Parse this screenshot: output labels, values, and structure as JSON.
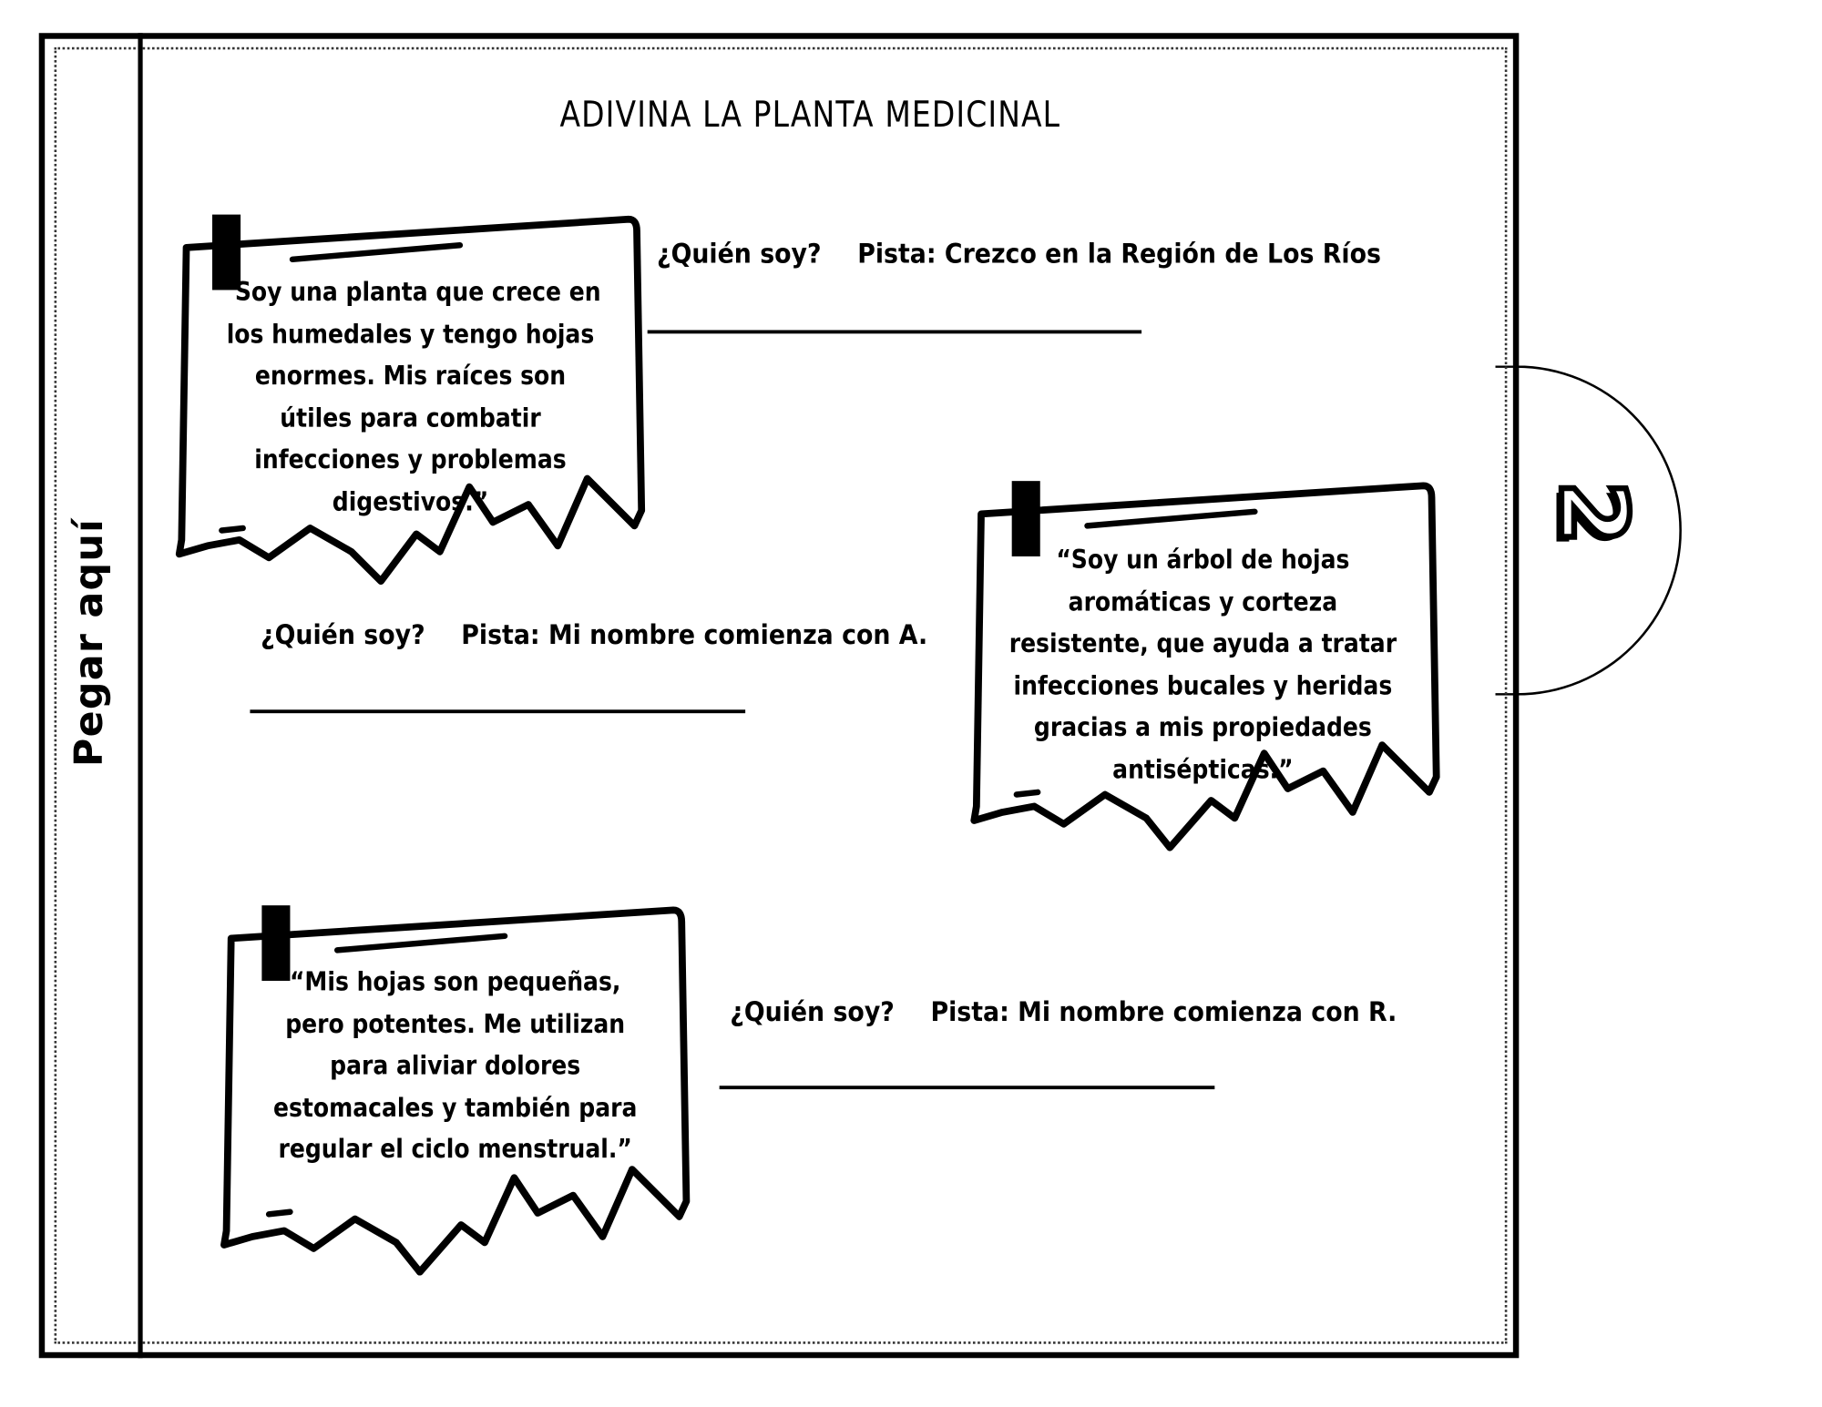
{
  "title": "ADIVINA LA PLANTA MEDICINAL",
  "side_label": "Pegar aquí",
  "tab_number": "2",
  "cards": [
    {
      "quote_lines": [
        "“Soy una planta que crece en",
        "los humedales y tengo hojas",
        "enormes. Mis raíces son",
        "útiles para combatir",
        "infecciones y problemas",
        "digestivos.”"
      ],
      "question": "¿Quién soy?",
      "hint": "Pista: Crezco en la Región de Los Ríos"
    },
    {
      "quote_lines": [
        "“Soy un árbol de hojas",
        "aromáticas y corteza",
        "resistente, que ayuda a tratar",
        "infecciones bucales y heridas",
        "gracias a mis propiedades",
        "antisépticas.”"
      ],
      "question": "¿Quién soy?",
      "hint": "Pista: Mi nombre comienza con A."
    },
    {
      "quote_lines": [
        "“Mis hojas son pequeñas,",
        "pero potentes. Me utilizan",
        "para aliviar dolores",
        "estomacales y también para",
        "regular el ciclo menstrual.”"
      ],
      "question": "¿Quién soy?",
      "hint": "Pista: Mi nombre comienza con R."
    }
  ]
}
